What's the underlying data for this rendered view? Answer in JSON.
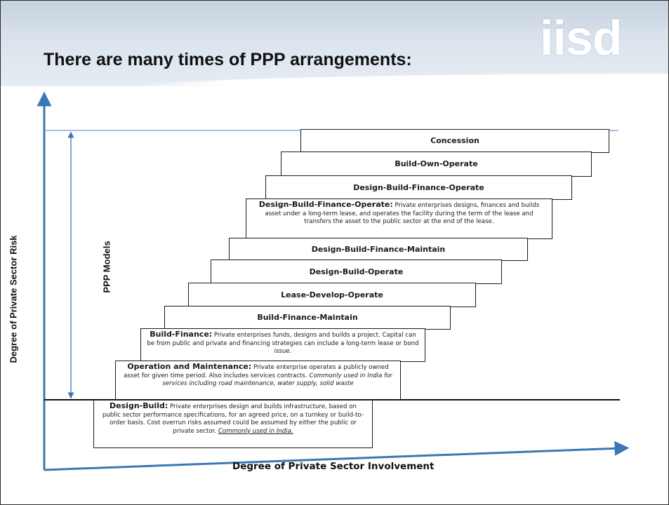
{
  "slide": {
    "title": "There are many times of  PPP arrangements:",
    "logo": "iisd"
  },
  "diagram": {
    "y_axis_label": "Degree of Private Sector Risk",
    "x_axis_label": "Degree of Private Sector Involvement",
    "range_label": "PPP Models",
    "models": [
      {
        "name": "Concession"
      },
      {
        "name": "Build-Own-Operate"
      },
      {
        "name": "Design-Build-Finance-Operate"
      },
      {
        "name": "Design-Build-Finance-Operate:",
        "description": "Private enterprises designs, finances and builds asset under a long-term lease, and operates the facility during the term of the lease and transfers the asset to the public sector at the end of the lease."
      },
      {
        "name": "Design-Build-Finance-Maintain"
      },
      {
        "name": "Design-Build-Operate"
      },
      {
        "name": "Lease-Develop-Operate"
      },
      {
        "name": "Build-Finance-Maintain"
      },
      {
        "name": "Build-Finance:",
        "description": "Private enterprises funds, designs and builds a project.  Capital can be from public and private and financing strategies can include a long-term lease or bond issue."
      },
      {
        "name": "Operation and Maintenance:",
        "description": "Private enterprise operates a publicly owned asset for given time period.  Also includes services contracts.",
        "note": "Commonly used in India for services including road maintenance, water supply, solid waste"
      },
      {
        "name": "Design-Build:",
        "description": "Private enterprises design and builds infrastructure, based on public sector performance specifications, for an agreed price, on a turnkey or build-to-order basis.  Cost overrun risks assumed could be assumed by either the public or private sector.",
        "note": "Commonly used in India."
      }
    ]
  },
  "colors": {
    "axis": "#3a78b5",
    "header": "#d6dfe9",
    "box_border": "#1a1a1a"
  }
}
